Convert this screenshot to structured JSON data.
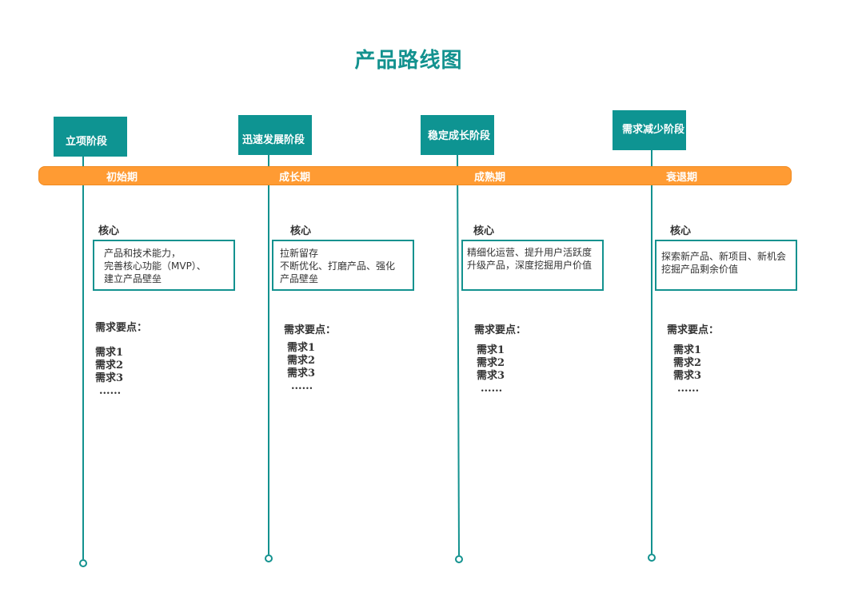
{
  "title": "产品路线图",
  "colors": {
    "accent": "#0e9492",
    "bar": "#ff9b33",
    "title": "#13928f"
  },
  "stages": [
    {
      "name": "立项阶段",
      "period": "初始期",
      "core_label": "核心",
      "core_lines": [
        "产品和技术能力，",
        "完善核心功能（MVP）、",
        "建立产品壁垒"
      ],
      "req_title": "需求要点：",
      "reqs": [
        "需求1",
        "需求2",
        "需求3",
        "......"
      ]
    },
    {
      "name": "迅速发展阶段",
      "period": "成长期",
      "core_label": "核心",
      "core_lines": [
        "拉新留存",
        "不断优化、打磨产品、强化",
        "产品壁垒"
      ],
      "req_title": "需求要点：",
      "reqs": [
        "需求1",
        "需求2",
        "需求3",
        "......"
      ]
    },
    {
      "name": "稳定成长阶段",
      "period": "成熟期",
      "core_label": "核心",
      "core_lines": [
        "精细化运营、提升用户活跃度",
        "升级产品，深度挖掘用户价值"
      ],
      "req_title": "需求要点：",
      "reqs": [
        "需求1",
        "需求2",
        "需求3",
        "......"
      ]
    },
    {
      "name": "需求减少阶段",
      "period": "衰退期",
      "core_label": "核心",
      "core_lines": [
        "探索新产品、新项目、新机会",
        "挖掘产品剩余价值"
      ],
      "req_title": "需求要点：",
      "reqs": [
        "需求1",
        "需求2",
        "需求3",
        "......"
      ]
    }
  ]
}
